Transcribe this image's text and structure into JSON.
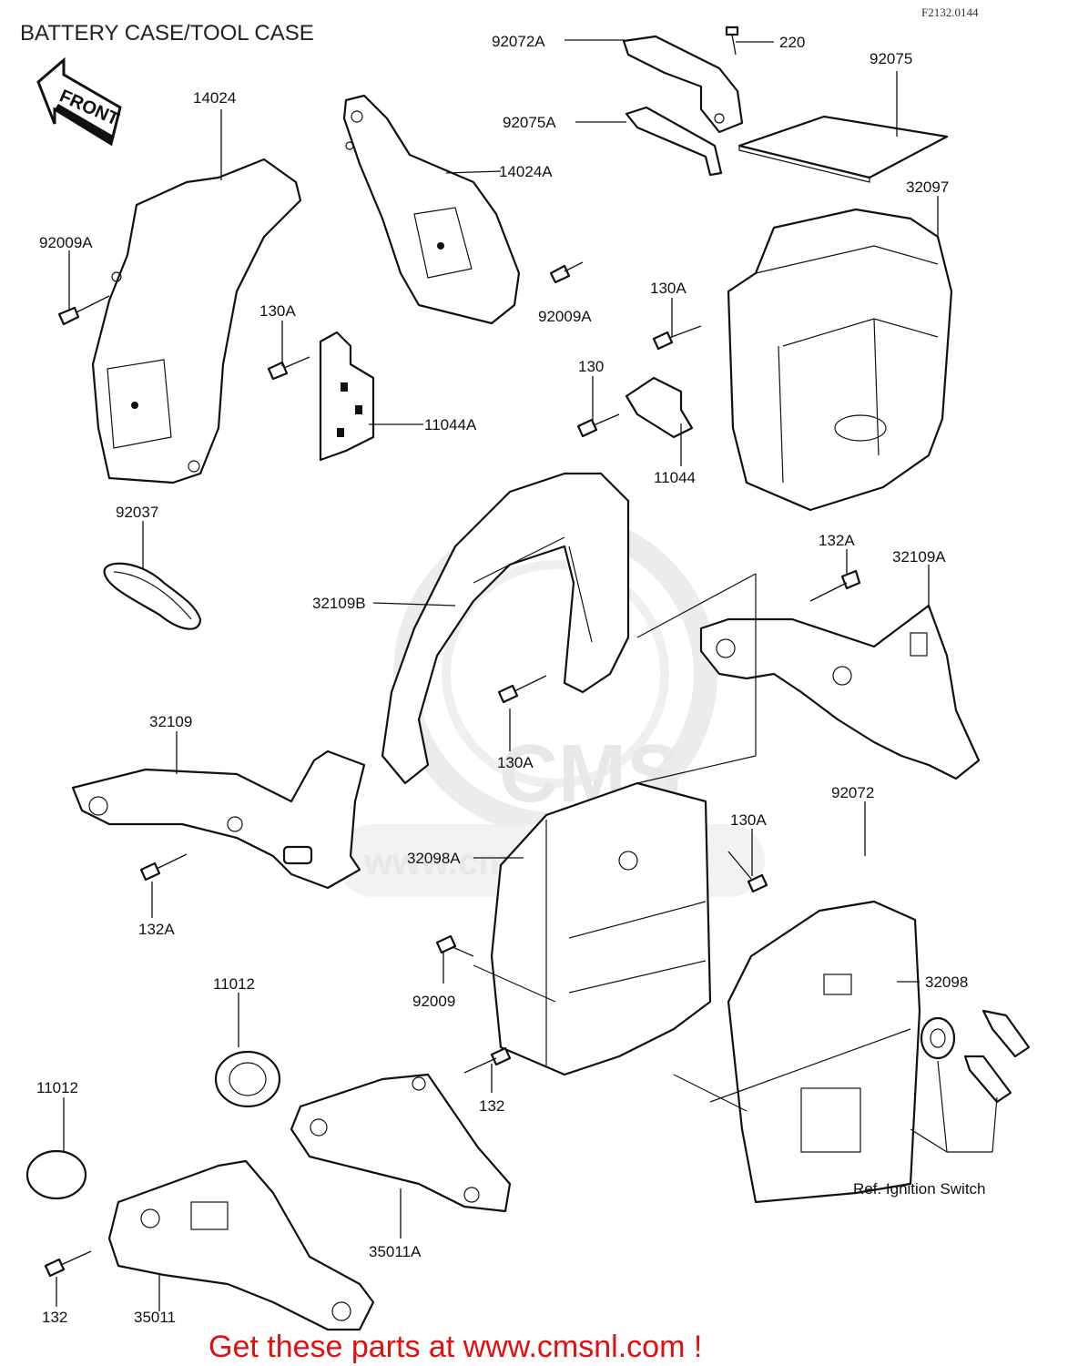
{
  "title": "BATTERY CASE/TOOL CASE",
  "figure_code": "F2132.0144",
  "front_arrow": "FRONT",
  "watermark": {
    "logo": "CMS",
    "url": "www.cmsnl.com"
  },
  "banner": "Get these parts at www.cmsnl.com !",
  "labels": [
    "92072A",
    "220",
    "92075",
    "92075A",
    "14024",
    "14024A",
    "92009A",
    "92009A",
    "32097",
    "130A",
    "130A",
    "11044A",
    "130",
    "11044",
    "92037",
    "132A",
    "32109A",
    "32109B",
    "130A",
    "32109",
    "92072",
    "130A",
    "32098A",
    "132A",
    "92009",
    "11012",
    "32098",
    "11012",
    "132",
    "Ref. Ignition Switch",
    "35011A",
    "132",
    "35011"
  ]
}
